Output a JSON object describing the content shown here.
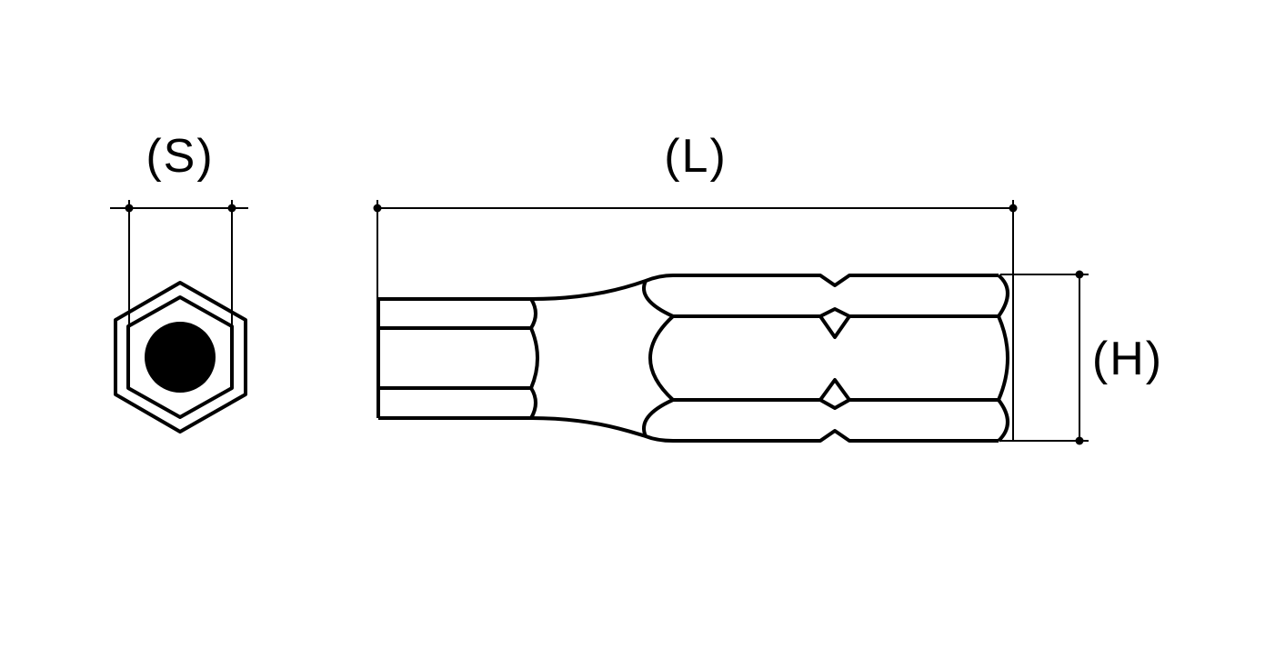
{
  "labels": {
    "s": "(S)",
    "l": "(L)",
    "h": "(H)"
  },
  "colors": {
    "stroke": "#000000",
    "background": "#ffffff"
  }
}
